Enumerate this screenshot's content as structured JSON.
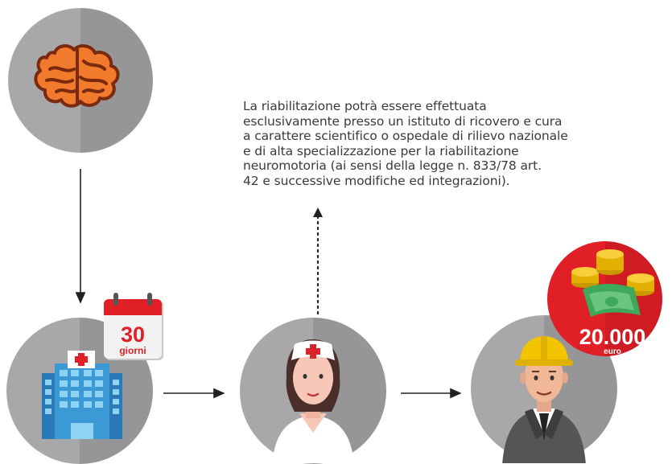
{
  "note": {
    "lines": [
      "La riabilitazione potrà essere effettuata",
      "esclusivamente presso un istituto di ricovero e cura",
      "a carattere scientifico o ospedale di rilievo nazionale",
      "e di alta specializzazione per la riabilitazione",
      "neuromotoria (ai sensi della legge n. 833/78 art.",
      "42 e successive modifiche ed integrazioni)."
    ]
  },
  "calendar": {
    "number": "30",
    "unit": "giorni"
  },
  "money": {
    "amount": "20.000",
    "currency": "euro"
  },
  "colors": {
    "circle": "#a7a6a9",
    "brain": "#f27a2c",
    "money_badge": "#e11f26",
    "nurse_cross": "#d8242a"
  }
}
